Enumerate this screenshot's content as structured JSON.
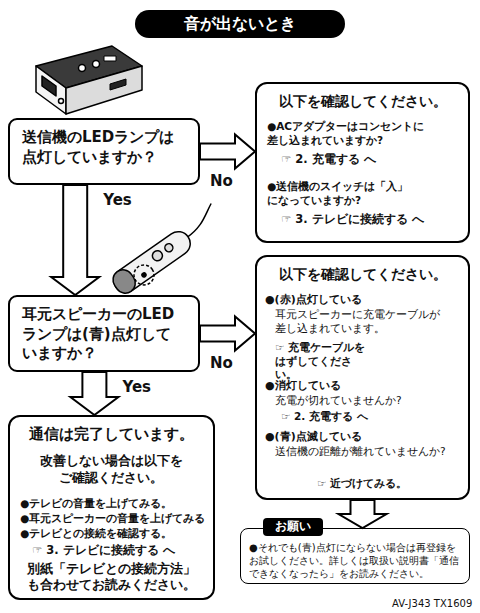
{
  "diagram": {
    "title": "音が出ないとき",
    "nodes": [
      {
        "text": [
          "送信機のLEDランプは点灯していますか？"
        ]
      },
      {
        "text": [
          "以下を確認してください。",
          "●ACアダプターはコンセントに差し込まれていますか?",
          "☞ 2. 充電する へ",
          "●送信機のスイッチは「入」になっていますか?",
          "☞ 3. テレビに接続する へ"
        ]
      },
      {
        "text": [
          "耳元スピーカーのLEDランプは(青)点灯していますか？"
        ]
      },
      {
        "text": [
          "以下を確認してください。",
          "●(赤)点灯している",
          "耳元スピーカーに充電ケーブルが差し込まれています。",
          "☞ 充電ケーブルをはずしてください。",
          "●消灯している",
          "充電が切れていませんか?",
          "☞ 2. 充電する へ",
          "●(青)点滅している",
          "送信機の距離が離れていませんか?",
          "☞ 近づけてみる。"
        ]
      },
      {
        "text": [
          "通信は完了しています。",
          "改善しない場合は以下をご確認ください。",
          "●テレビの音量を上げてみる。",
          "●耳元スピーカーの音量を上げてみる",
          "●テレビとの接続を確認する。",
          "☞ 3. テレビに接続する へ",
          "別紙「テレビとの接続方法」も合わせてお読みください。"
        ]
      },
      {
        "text": [
          "お願い",
          "●それでも(青)点灯にならない場合は再登録をお試しください。詳しくは取扱い説明書「通信できなくなったら」をお読みください。"
        ]
      }
    ],
    "edges": [
      {
        "from": 0,
        "to": 2,
        "label": "Yes",
        "arrow": "to"
      },
      {
        "from": 0,
        "to": 1,
        "label": "No",
        "arrow": "to"
      },
      {
        "from": 2,
        "to": 4,
        "label": "Yes",
        "arrow": "to"
      },
      {
        "from": 2,
        "to": 3,
        "label": "No",
        "arrow": "to"
      },
      {
        "from": 3,
        "to": 5,
        "arrow": "to"
      }
    ],
    "labels": [
      "AV-J343 TX1609"
    ]
  }
}
